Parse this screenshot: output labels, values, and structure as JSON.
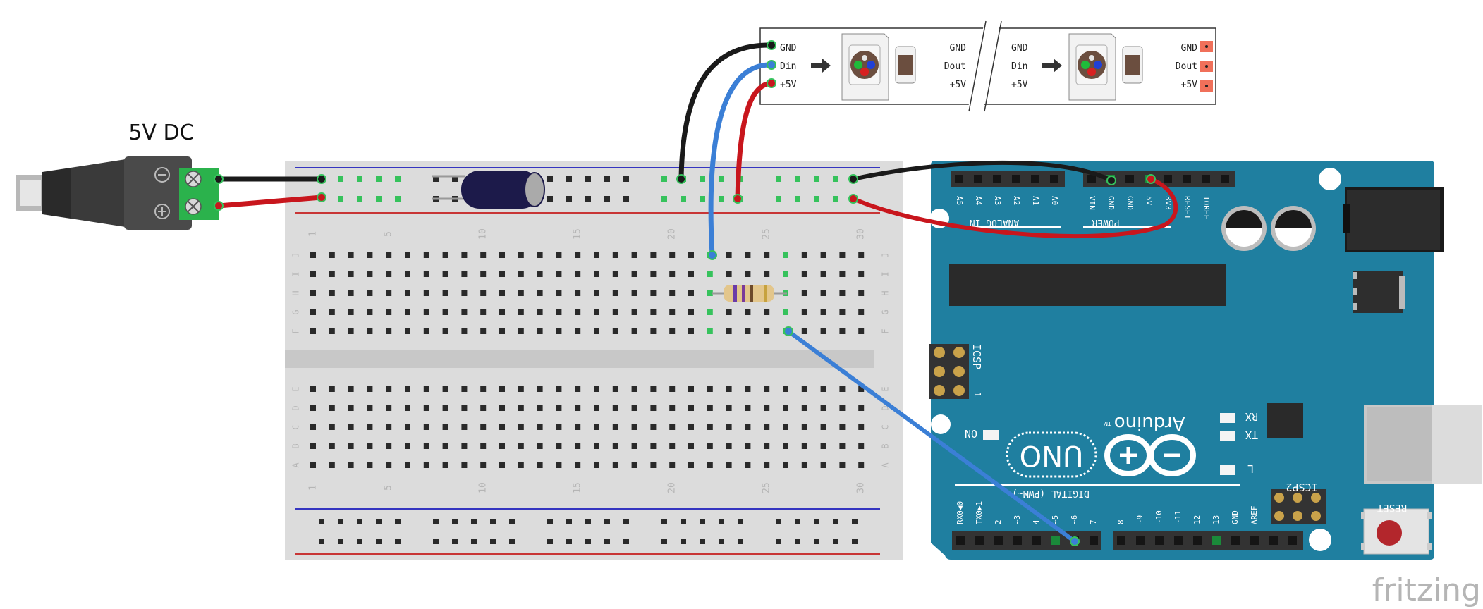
{
  "power_label": "5V DC",
  "watermark": "fritzing",
  "colors": {
    "wire_black": "#1a1a1a",
    "wire_red": "#c8161d",
    "wire_blue": "#3b7fd6",
    "arduino": "#1f7fa0",
    "arduino_dark": "#176a87",
    "breadboard": "#dcdcdc",
    "terminal_green": "#2bb24c"
  },
  "strip": {
    "left": {
      "pins": [
        "GND",
        "Din",
        "+5V"
      ],
      "outs": [
        "GND",
        "Dout",
        "+5V"
      ]
    },
    "right": {
      "pins": [
        "GND",
        "Din",
        "+5V"
      ],
      "outs": [
        "GND",
        "Dout",
        "+5V"
      ]
    }
  },
  "breadboard": {
    "rows_top": [
      "J",
      "I",
      "H",
      "G",
      "F"
    ],
    "rows_bottom": [
      "E",
      "D",
      "C",
      "B",
      "A"
    ],
    "column_numbers": [
      "1",
      "5",
      "10",
      "15",
      "20",
      "25",
      "30"
    ]
  },
  "arduino": {
    "analog_pins": [
      "A5",
      "A4",
      "A3",
      "A2",
      "A1",
      "A0"
    ],
    "analog_label": "ANALOG IN",
    "power_pins": [
      "VIN",
      "GND",
      "GND",
      "5V",
      "3V3",
      "RESET",
      "IOREF"
    ],
    "power_label": "POWER",
    "icsp_label": "ICSP",
    "icsp_pin": "1",
    "on_label": "ON",
    "rx_label": "RX",
    "tx_label": "TX",
    "l_label": "L",
    "brand": "Arduino",
    "tm": "TM",
    "model": "UNO",
    "digital_label": "DIGITAL (PWM~)",
    "digital_pins_left": [
      "RX0◀0",
      "TX0▶1",
      "2",
      "~3",
      "4",
      "~5",
      "~6",
      "7"
    ],
    "digital_pins_right": [
      "8",
      "~9",
      "~10",
      "~11",
      "12",
      "13",
      "GND",
      "AREF"
    ],
    "icsp2_label": "ICSP2",
    "reset_label": "RESET"
  }
}
